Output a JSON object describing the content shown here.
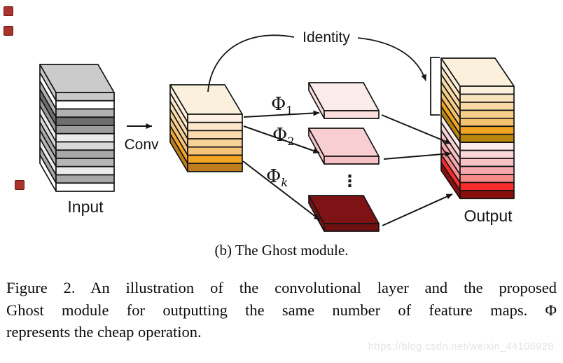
{
  "diagram": {
    "labels": {
      "identity": "Identity",
      "conv": "Conv",
      "input": "Input",
      "output": "Output"
    },
    "phi_labels": [
      {
        "base": "Φ",
        "sub": "1"
      },
      {
        "base": "Φ",
        "sub": "2"
      },
      {
        "base": "Φ",
        "sub": "k"
      }
    ],
    "dots": "⋮",
    "ink": "#151515",
    "stacks": {
      "input": {
        "top": "#cbcbcb",
        "layers": [
          "#c9c9c9",
          "#ffffff",
          "#b2b2b2",
          "#6e6e6e",
          "#9c9c9c",
          "#ebebeb",
          "#d8d8d8",
          "#a8a8a8",
          "#b6b6b6",
          "#ebebeb",
          "#a8a8a8",
          "#ffffff"
        ]
      },
      "conv": {
        "top": "#faf0dc",
        "layers": [
          "#fdf2e2",
          "#fbe7c9",
          "#f9dcae",
          "#f8d196",
          "#f6c379",
          "#f3a524",
          "#bf7d1d"
        ]
      },
      "output": {
        "top": "#faf0dc",
        "layers": [
          "#fbf0db",
          "#f9e4bf",
          "#f8d9a3",
          "#f6cd89",
          "#f4c170",
          "#f0a321",
          "#b8860b",
          "#fdecec",
          "#fad7d7",
          "#f8c1c3",
          "#f7aaae",
          "#f98b8b",
          "#fb2b2b",
          "#8b0e0e"
        ]
      }
    },
    "ghost_maps": [
      {
        "top": "#fcebeb",
        "front": "#fbdede",
        "side": "#fbe2e2"
      },
      {
        "top": "#f8ced2",
        "front": "#f6c1c5",
        "side": "#f7c6ca"
      },
      {
        "top": "#7e1315",
        "front": "#6d1012",
        "side": "#771214"
      }
    ]
  },
  "caption": {
    "sub": "(b)  The Ghost module."
  },
  "figure_text": {
    "lines": [
      "Figure 2. An illustration of the convolutional layer and the proposed",
      "Ghost module for outputting the same number of feature maps. Φ",
      "represents the cheap operation."
    ]
  },
  "watermark": {
    "text": "https://blog.csdn.net/weixin_44106928",
    "color": "#e4e4e8"
  }
}
